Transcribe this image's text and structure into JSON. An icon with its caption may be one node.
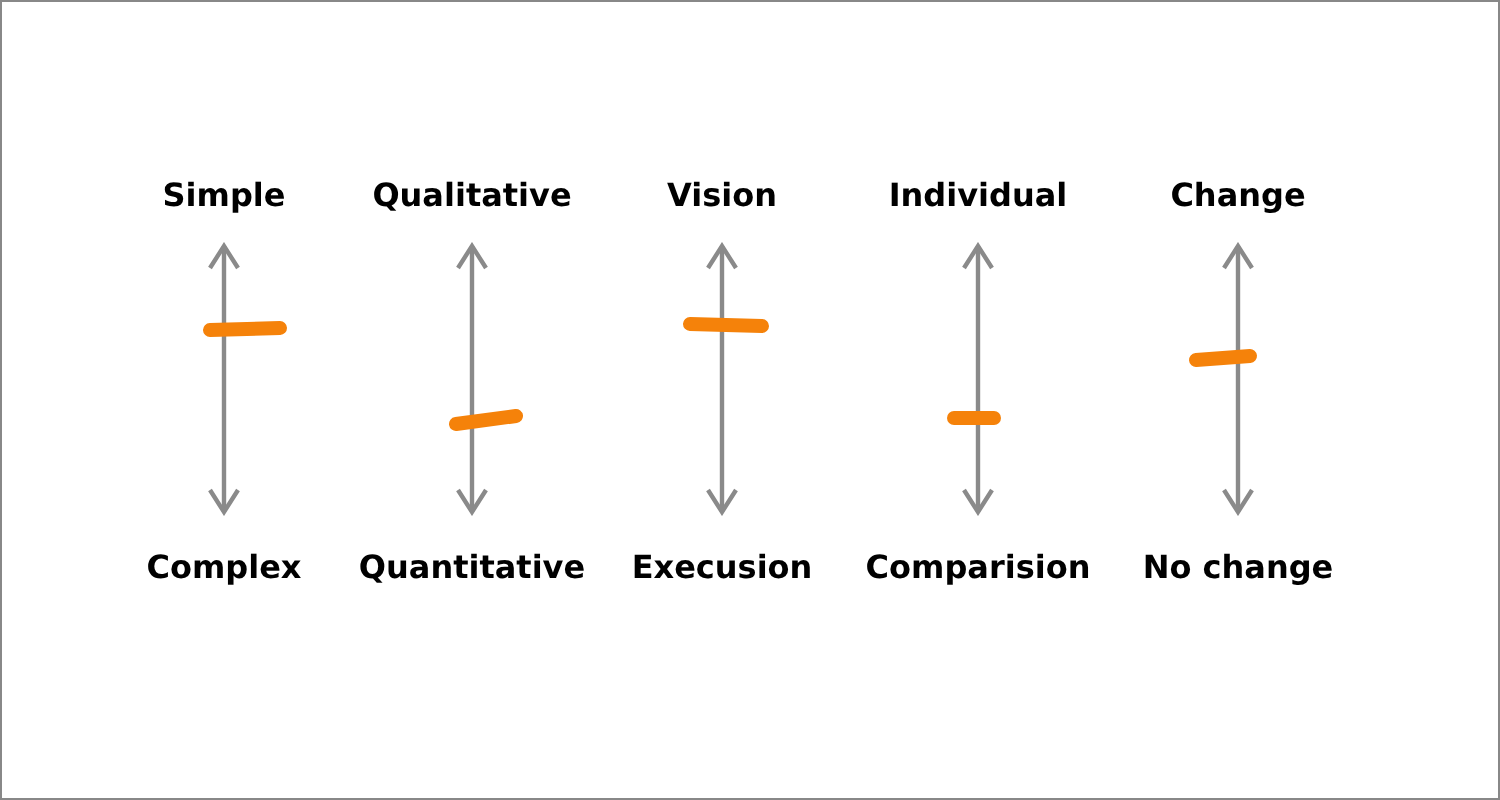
{
  "diagram": {
    "nodes": [
      {
        "text": [
          "Simple"
        ]
      },
      {
        "text": [
          "Qualitative"
        ]
      },
      {
        "text": [
          "Vision"
        ]
      },
      {
        "text": [
          "Individual"
        ]
      },
      {
        "text": [
          "Change"
        ]
      },
      {
        "text": [
          "Complex"
        ]
      },
      {
        "text": [
          "Quantitative"
        ]
      },
      {
        "text": [
          "Execusion"
        ]
      },
      {
        "text": [
          "Comparision"
        ]
      },
      {
        "text": [
          "No change"
        ]
      }
    ],
    "edges": [
      {
        "from": 0,
        "to": 5,
        "arrow": "both"
      },
      {
        "from": 1,
        "to": 6,
        "arrow": "both"
      },
      {
        "from": 2,
        "to": 7,
        "arrow": "both"
      },
      {
        "from": 3,
        "to": 8,
        "arrow": "both"
      },
      {
        "from": 4,
        "to": 9,
        "arrow": "both"
      }
    ]
  }
}
